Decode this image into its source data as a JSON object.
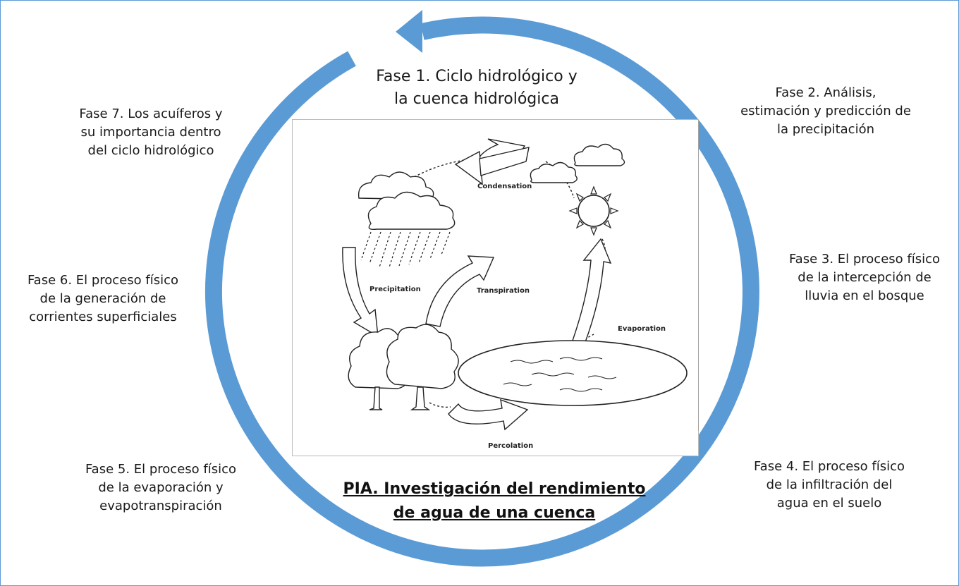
{
  "phases": [
    {
      "id": "fase-1",
      "lines": [
        "Fase 1. Ciclo hidrológico y",
        "la cuenca hidrológica"
      ]
    },
    {
      "id": "fase-2",
      "lines": [
        "Fase 2. Análisis,",
        "estimación y predicción de",
        "la precipitación"
      ]
    },
    {
      "id": "fase-3",
      "lines": [
        "Fase 3. El proceso físico",
        "de la intercepción de",
        "lluvia en el bosque"
      ]
    },
    {
      "id": "fase-4",
      "lines": [
        "Fase 4. El proceso físico",
        "de la infiltración del",
        "agua en el suelo"
      ]
    },
    {
      "id": "fase-5",
      "lines": [
        "Fase 5. El proceso físico",
        "de la evaporación y",
        "evapotranspiración"
      ]
    },
    {
      "id": "fase-6",
      "lines": [
        "Fase 6. El proceso físico",
        "de la generación de",
        "corrientes superficiales"
      ]
    },
    {
      "id": "fase-7",
      "lines": [
        "Fase 7. Los acuíferos y",
        "su importancia dentro",
        "del ciclo hidrológico"
      ]
    }
  ],
  "title": {
    "lines": [
      "PIA. Investigación del rendimiento",
      "de agua de una cuenca"
    ]
  },
  "cycle_labels": {
    "condensation": "Condensation",
    "precipitation": "Precipitation",
    "transpiration": "Transpiration",
    "evaporation": "Evaporation",
    "percolation": "Percolation"
  },
  "colors": {
    "ring": "#5b9bd5",
    "frame_border": "#5b9bd5"
  }
}
